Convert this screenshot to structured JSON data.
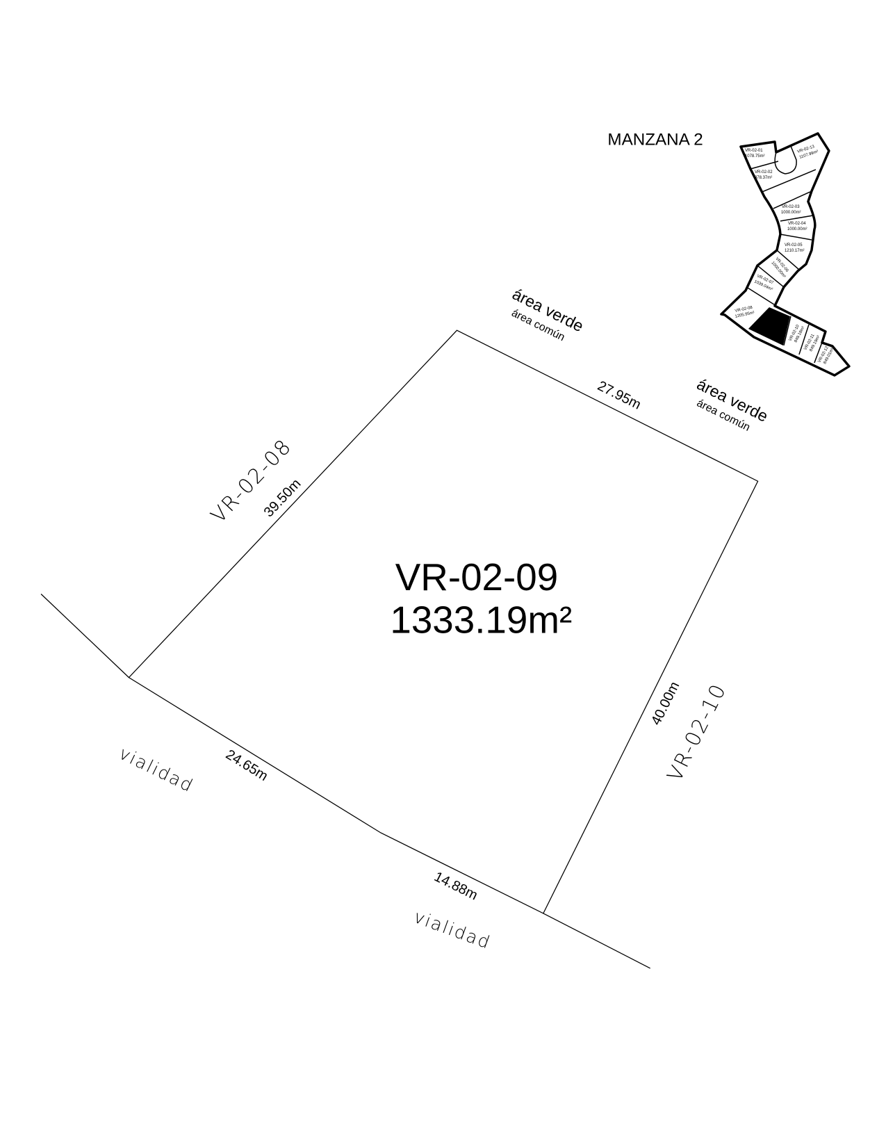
{
  "plan": {
    "lot_id": "VR-02-09",
    "lot_area": "1333.19m²",
    "dimensions": {
      "north": "27.95m",
      "west": "39.50m",
      "east": "40.00m",
      "south_a": "24.65m",
      "south_b": "14.88m"
    },
    "neighbors": {
      "west": "VR-02-08",
      "east": "VR-02-10",
      "road_1": "vialidad",
      "road_2": "vialidad"
    },
    "green_1": {
      "title": "área verde",
      "sub": "área común"
    },
    "green_2": {
      "title": "área verde",
      "sub": "área común"
    }
  },
  "key_map": {
    "title": "MANZANA 2",
    "highlight_color": "#000000",
    "lots": [
      {
        "id": "VR-02-01",
        "area": "1078.75m²"
      },
      {
        "id": "VR-02-02",
        "area": "878.37m²"
      },
      {
        "id": "VR-02-03",
        "area": "1000.00m²"
      },
      {
        "id": "VR-02-04",
        "area": "1000.00m²"
      },
      {
        "id": "VR-02-05",
        "area": "1210.17m²"
      },
      {
        "id": "VR-02-06",
        "area": "1000.00m²"
      },
      {
        "id": "VR-02-07",
        "area": "1039.04m²"
      },
      {
        "id": "VR-02-08",
        "area": "1205.95m²"
      },
      {
        "id": "VR-02-10",
        "area": "849.18m²"
      },
      {
        "id": "VR-02-11",
        "area": "849.19m²"
      },
      {
        "id": "VR-02-12",
        "area": "849.01m²"
      },
      {
        "id": "VR-02-13",
        "area": "1107.99m²"
      }
    ]
  }
}
